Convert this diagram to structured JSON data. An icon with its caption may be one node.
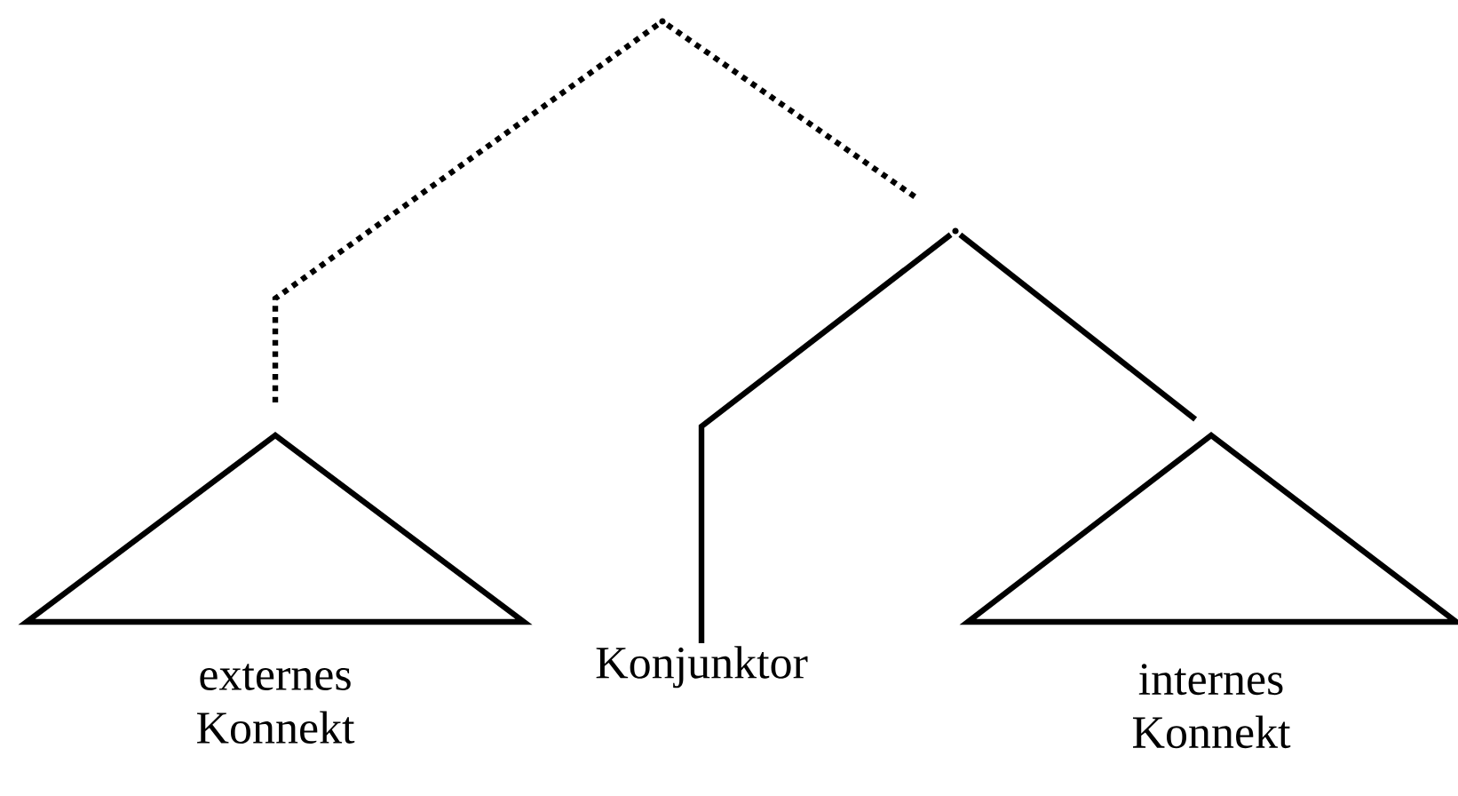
{
  "diagram": {
    "nodes": [
      {
        "text": [],
        "shape": "point"
      },
      {
        "text": [],
        "shape": "point"
      },
      {
        "text": [
          "externes Konnekt"
        ]
      },
      {
        "text": [
          "Konjunktor"
        ]
      },
      {
        "text": [
          "internes Konnekt"
        ]
      }
    ],
    "edges": [
      {
        "from": 0,
        "to": 2,
        "arrow": "none",
        "style": "dashed"
      },
      {
        "from": 0,
        "to": 1,
        "arrow": "none",
        "style": "dashed"
      },
      {
        "from": 1,
        "to": 3,
        "arrow": "none"
      },
      {
        "from": 1,
        "to": 4,
        "arrow": "none"
      }
    ]
  }
}
